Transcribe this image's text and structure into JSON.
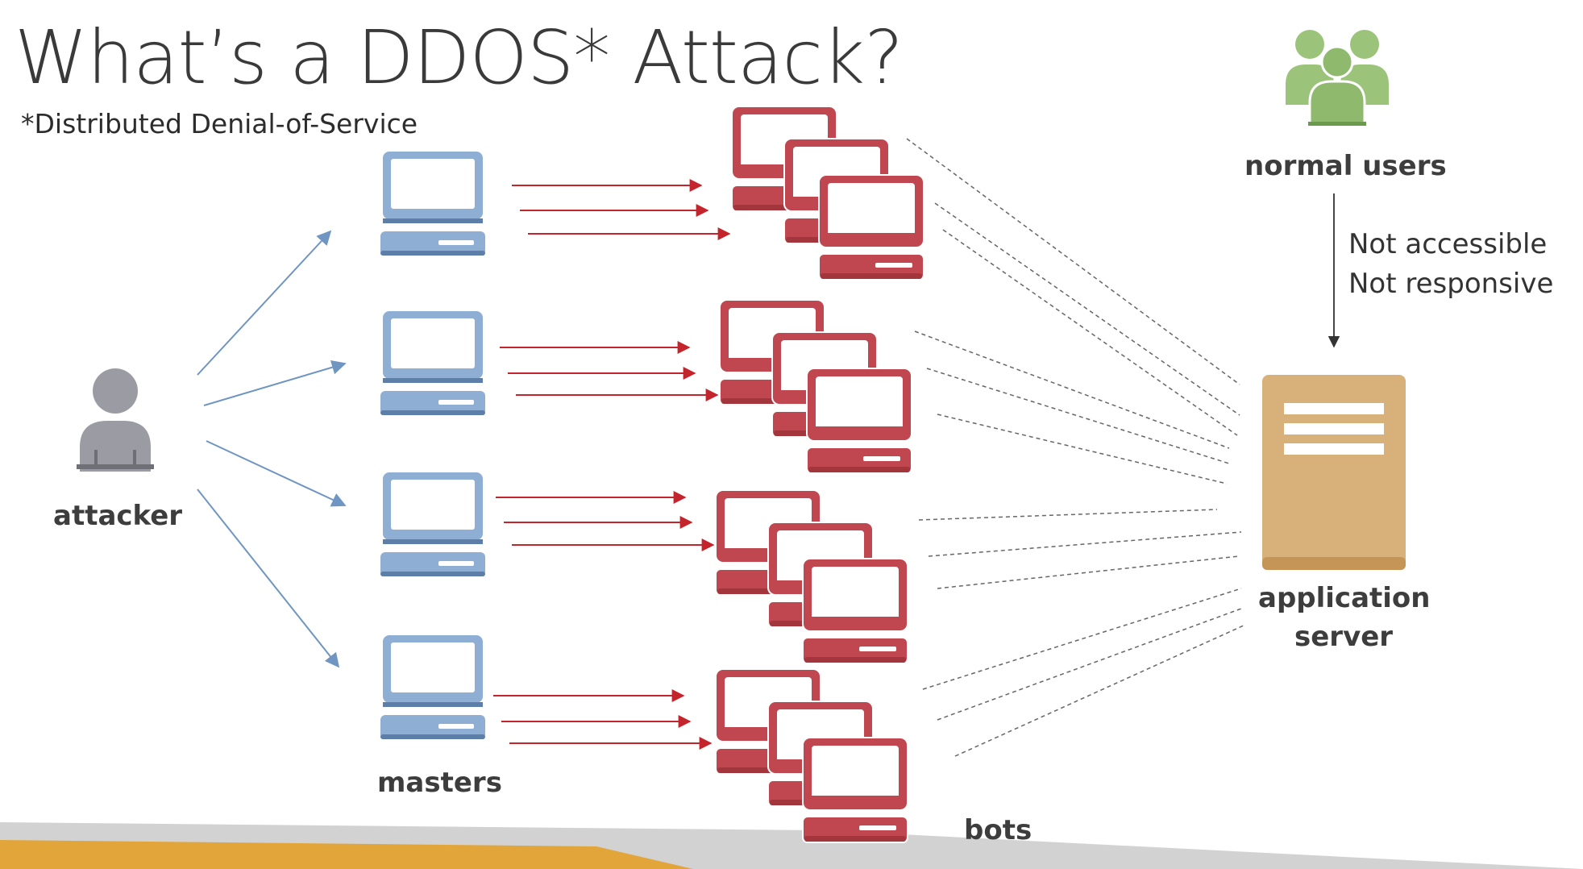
{
  "slide": {
    "title": "What’s a DDOS* Attack?",
    "subtitle": "*Distributed Denial-of-Service"
  },
  "labels": {
    "attacker": "attacker",
    "masters": "masters",
    "bots": "bots",
    "normal_users": "normal users",
    "server_line1": "application",
    "server_line2": "server"
  },
  "notes": {
    "line1": "Not accessible",
    "line2": "Not responsive"
  },
  "colors": {
    "master_blue": "#8eaed4",
    "master_outline": "#5c7ea9",
    "bot_red": "#c0474f",
    "bot_dark": "#a3353c",
    "server_tan": "#d8b07a",
    "users_green": "#9bc47a",
    "attacker_gray": "#9b9ba3",
    "arrow_blue": "#6f95c2",
    "arrow_red": "#c4252c",
    "footer_gold": "#e2a53a",
    "footer_gray": "#d0d0d0"
  },
  "icons": {
    "attacker": "person-icon",
    "master": "computer-icon",
    "bot": "computer-cluster-icon",
    "users": "users-group-icon",
    "server": "server-icon"
  }
}
